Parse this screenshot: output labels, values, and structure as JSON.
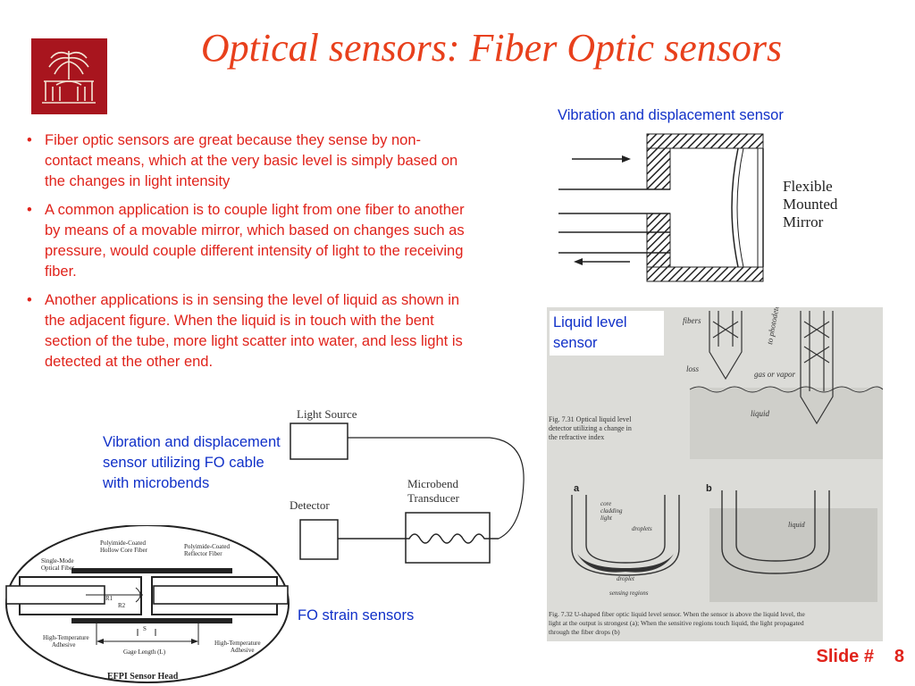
{
  "title": "Optical sensors: Fiber Optic sensors",
  "bullets": [
    "Fiber optic sensors are great because they sense by non-contact means, which at the very basic level is simply based on the changes in light intensity",
    "A common application is to couple light from one fiber to another by means of a movable mirror, which based on changes such as pressure, would couple different intensity of light to the receiving fiber.",
    "Another applications is in sensing the level of liquid as shown in the adjacent figure. When the liquid is in touch with the bent section of the tube, more light scatter into water, and less light is detected at the other end."
  ],
  "bullet_symbol": "•",
  "captions": {
    "vibration": "Vibration and displacement sensor",
    "liquid": "Liquid level sensor",
    "microbend": "Vibration and displacement sensor utilizing FO cable with microbends",
    "strain": "FO strain sensors"
  },
  "mirror_diagram": {
    "label_lines": [
      "Flexible",
      "Mounted",
      "Mirror"
    ]
  },
  "microbend_diagram": {
    "light_source": "Light Source",
    "detector": "Detector",
    "transducer_lines": [
      "Microbend",
      "Transducer"
    ]
  },
  "efpi_diagram": {
    "polyimide_hollow": [
      "Polyimide-Coated",
      "Hollow Core Fiber"
    ],
    "polyimide_reflector": [
      "Polyimide-Coated",
      "Reflector Fiber"
    ],
    "single_mode": [
      "Single-Mode",
      "Optical Fiber"
    ],
    "r1": "R1",
    "r2": "R2",
    "s": "S",
    "adhesive_left": [
      "High-Temperature",
      "Adhesive"
    ],
    "adhesive_right": [
      "High-Temperature",
      "Adhesive"
    ],
    "gage": "Gage Length (L)",
    "head": "EFPI Sensor Head"
  },
  "liquid_figure": {
    "fibers": "fibers",
    "photodetector": "to photodetector",
    "loss": "loss",
    "gas": "gas or vapor",
    "liquid": "liquid",
    "fig731": [
      "Fig. 7.31  Optical liquid level",
      "detector  utilizing a change in",
      "the refractive index"
    ],
    "label_a": "a",
    "label_b": "b",
    "core": "core",
    "cladding": "cladding",
    "light": "light",
    "droplets": "droplets",
    "droplet": "droplet",
    "sensing": "sensing regions",
    "liquid_b": "liquid",
    "fig732": [
      "Fig. 7.32  U-shaped fiber optic  liquid level sensor. When the sensor is above the liquid level, the",
      "light at the output is strongest (a); When the sensitive regions touch liquid, the light propagated",
      "through the fiber drops (b)"
    ]
  },
  "footer": {
    "slide_label": "Slide #",
    "slide_number": "8"
  },
  "colors": {
    "title": "#e8401c",
    "bullet_text": "#e0231b",
    "caption": "#1030c8",
    "logo": "#a8151e"
  }
}
